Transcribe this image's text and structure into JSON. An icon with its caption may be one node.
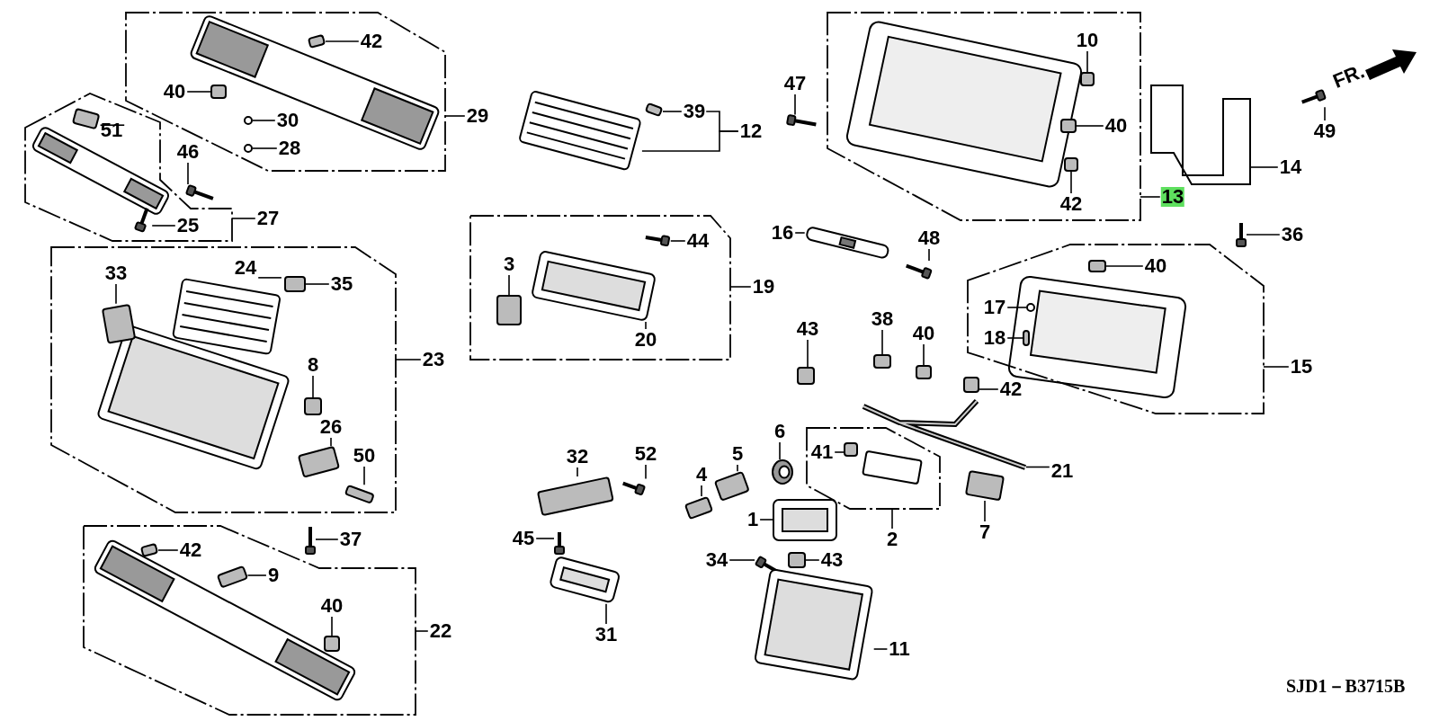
{
  "diagram": {
    "nodes": [
      {
        "text": [],
        "shape": "box"
      },
      {
        "text": [
          "42"
        ],
        "in": 0
      },
      {
        "text": [
          "40"
        ],
        "in": 0
      },
      {
        "text": [
          "30"
        ],
        "in": 0
      },
      {
        "text": [
          "28"
        ],
        "in": 0
      },
      {
        "text": [
          "29"
        ]
      },
      {
        "text": [],
        "shape": "box"
      },
      {
        "text": [
          "51"
        ],
        "in": 6
      },
      {
        "text": [
          "46"
        ]
      },
      {
        "text": [
          "25"
        ],
        "in": 6
      },
      {
        "text": [
          "27"
        ]
      },
      {
        "text": [
          "39"
        ]
      },
      {
        "text": [
          "12"
        ]
      },
      {
        "text": [
          "47"
        ]
      },
      {
        "text": [],
        "shape": "box"
      },
      {
        "text": [
          "10"
        ],
        "in": 14
      },
      {
        "text": [
          "40"
        ],
        "in": 14
      },
      {
        "text": [
          "42"
        ],
        "in": 14
      },
      {
        "text": [
          "13"
        ]
      },
      {
        "text": [
          "49"
        ]
      },
      {
        "text": [
          "14"
        ]
      },
      {
        "text": [
          "36"
        ]
      },
      {
        "text": [
          "16"
        ]
      },
      {
        "text": [
          "48"
        ]
      },
      {
        "text": [],
        "shape": "box"
      },
      {
        "text": [
          "44"
        ],
        "in": 24
      },
      {
        "text": [
          "3"
        ],
        "in": 24
      },
      {
        "text": [
          "20"
        ],
        "in": 24
      },
      {
        "text": [
          "19"
        ]
      },
      {
        "text": [],
        "shape": "box"
      },
      {
        "text": [
          "33"
        ],
        "in": 29
      },
      {
        "text": [
          "24"
        ],
        "in": 29
      },
      {
        "text": [
          "35"
        ],
        "in": 29
      },
      {
        "text": [
          "8"
        ],
        "in": 29
      },
      {
        "text": [
          "26"
        ],
        "in": 29
      },
      {
        "text": [
          "50"
        ],
        "in": 29
      },
      {
        "text": [
          "23"
        ]
      },
      {
        "text": [],
        "shape": "box"
      },
      {
        "text": [
          "40"
        ],
        "in": 37
      },
      {
        "text": [
          "17"
        ],
        "in": 37
      },
      {
        "text": [
          "18"
        ],
        "in": 37
      },
      {
        "text": [
          "15"
        ]
      },
      {
        "text": [
          "43"
        ]
      },
      {
        "text": [
          "38"
        ]
      },
      {
        "text": [
          "40"
        ]
      },
      {
        "text": [
          "42"
        ]
      },
      {
        "text": [
          "21"
        ]
      },
      {
        "text": [
          "37"
        ]
      },
      {
        "text": [],
        "shape": "box"
      },
      {
        "text": [
          "42"
        ],
        "in": 48
      },
      {
        "text": [
          "9"
        ],
        "in": 48
      },
      {
        "text": [
          "40"
        ],
        "in": 48
      },
      {
        "text": [
          "22"
        ]
      },
      {
        "text": [
          "32"
        ]
      },
      {
        "text": [
          "52"
        ]
      },
      {
        "text": [
          "45"
        ]
      },
      {
        "text": [
          "31"
        ]
      },
      {
        "text": [
          "4"
        ]
      },
      {
        "text": [
          "5"
        ]
      },
      {
        "text": [
          "6"
        ]
      },
      {
        "text": [],
        "shape": "box"
      },
      {
        "text": [
          "41"
        ],
        "in": 60
      },
      {
        "text": [
          "1"
        ]
      },
      {
        "text": [
          "2"
        ]
      },
      {
        "text": [
          "7"
        ]
      },
      {
        "text": [
          "34"
        ]
      },
      {
        "text": [
          "43"
        ]
      },
      {
        "text": [
          "11"
        ]
      },
      {
        "text": [],
        "shape": "box",
        "in": 0
      },
      {
        "text": [],
        "shape": "box",
        "in": 0
      },
      {
        "text": [],
        "shape": "circle",
        "in": 0
      },
      {
        "text": [],
        "shape": "circle",
        "in": 0
      },
      {
        "text": [],
        "shape": "box",
        "in": 6
      },
      {
        "text": [],
        "shape": "picture"
      },
      {
        "text": [],
        "shape": "picture",
        "in": 6
      },
      {
        "text": [],
        "shape": "picture"
      },
      {
        "text": [],
        "shape": "box"
      },
      {
        "text": [],
        "shape": "picture"
      },
      {
        "text": [],
        "shape": "box",
        "in": 14
      },
      {
        "text": [],
        "shape": "box",
        "in": 14
      },
      {
        "text": [],
        "shape": "box",
        "in": 14
      },
      {
        "text": [],
        "shape": "picture"
      },
      {
        "text": [],
        "shape": "picture"
      },
      {
        "text": [],
        "shape": "picture"
      },
      {
        "text": [],
        "shape": "picture"
      },
      {
        "text": [],
        "shape": "picture"
      },
      {
        "text": [],
        "shape": "picture",
        "in": 24
      },
      {
        "text": [],
        "shape": "box",
        "in": 24
      },
      {
        "text": [],
        "shape": "picture",
        "in": 24
      },
      {
        "text": [],
        "shape": "box",
        "in": 37
      },
      {
        "text": [],
        "shape": "circle",
        "in": 37
      },
      {
        "text": [],
        "shape": "box",
        "in": 37
      },
      {
        "text": [],
        "shape": "box"
      },
      {
        "text": [],
        "shape": "box"
      },
      {
        "text": [],
        "shape": "box"
      },
      {
        "text": [],
        "shape": "box"
      },
      {
        "text": [],
        "shape": "picture"
      },
      {
        "text": [],
        "shape": "box"
      },
      {
        "text": [],
        "shape": "picture",
        "in": 29
      },
      {
        "text": [],
        "shape": "box",
        "in": 29
      },
      {
        "text": [],
        "shape": "box",
        "in": 29
      },
      {
        "text": [],
        "shape": "box",
        "in": 29
      },
      {
        "text": [],
        "shape": "box",
        "in": 29
      },
      {
        "text": [],
        "shape": "box",
        "in": 29
      },
      {
        "text": [],
        "shape": "picture"
      },
      {
        "text": [],
        "shape": "box",
        "in": 48
      },
      {
        "text": [],
        "shape": "box",
        "in": 48
      },
      {
        "text": [],
        "shape": "box",
        "in": 48
      },
      {
        "text": [],
        "shape": "box"
      },
      {
        "text": [],
        "shape": "picture"
      },
      {
        "text": [],
        "shape": "picture"
      },
      {
        "text": [],
        "shape": "picture"
      },
      {
        "text": [],
        "shape": "box"
      },
      {
        "text": [],
        "shape": "box"
      },
      {
        "text": [],
        "shape": "circle"
      },
      {
        "text": [],
        "shape": "box",
        "in": 60
      },
      {
        "text": [],
        "shape": "picture"
      },
      {
        "text": [],
        "shape": "picture"
      },
      {
        "text": [],
        "shape": "box"
      },
      {
        "text": [],
        "shape": "picture"
      }
    ],
    "edges": [
      {
        "from": 1,
        "to": 68,
        "arrow": "none"
      },
      {
        "from": 2,
        "to": 69,
        "arrow": "none"
      },
      {
        "from": 3,
        "to": 70,
        "arrow": "none"
      },
      {
        "from": 4,
        "to": 71,
        "arrow": "none"
      },
      {
        "from": 5,
        "to": 0,
        "arrow": "none"
      },
      {
        "from": 7,
        "to": 72,
        "arrow": "none"
      },
      {
        "from": 8,
        "to": 73,
        "arrow": "none"
      },
      {
        "from": 9,
        "to": 74,
        "arrow": "none"
      },
      {
        "from": 10,
        "to": 6,
        "arrow": "none"
      },
      {
        "from": 11,
        "to": 76,
        "arrow": "none"
      },
      {
        "from": 12,
        "to": 75,
        "arrow": "none"
      },
      {
        "from": 12,
        "to": 11,
        "arrow": "none"
      },
      {
        "from": 13,
        "to": 77,
        "arrow": "none"
      },
      {
        "from": 15,
        "to": 78,
        "arrow": "none"
      },
      {
        "from": 16,
        "to": 79,
        "arrow": "none"
      },
      {
        "from": 17,
        "to": 80,
        "arrow": "none"
      },
      {
        "from": 18,
        "to": 14,
        "arrow": "none"
      },
      {
        "from": 19,
        "to": 82,
        "arrow": "none"
      },
      {
        "from": 20,
        "to": 81,
        "arrow": "none"
      },
      {
        "from": 21,
        "to": 83,
        "arrow": "none"
      },
      {
        "from": 22,
        "to": 84,
        "arrow": "none"
      },
      {
        "from": 23,
        "to": 85,
        "arrow": "none"
      },
      {
        "from": 25,
        "to": 88,
        "arrow": "none"
      },
      {
        "from": 26,
        "to": 87,
        "arrow": "none"
      },
      {
        "from": 27,
        "to": 86,
        "arrow": "none"
      },
      {
        "from": 28,
        "to": 24,
        "arrow": "none"
      },
      {
        "from": 30,
        "to": 99,
        "arrow": "none"
      },
      {
        "from": 31,
        "to": 98,
        "arrow": "none"
      },
      {
        "from": 32,
        "to": 100,
        "arrow": "none"
      },
      {
        "from": 33,
        "to": 101,
        "arrow": "none"
      },
      {
        "from": 34,
        "to": 102,
        "arrow": "none"
      },
      {
        "from": 35,
        "to": 103,
        "arrow": "none"
      },
      {
        "from": 36,
        "to": 29,
        "arrow": "none"
      },
      {
        "from": 38,
        "to": 89,
        "arrow": "none"
      },
      {
        "from": 39,
        "to": 90,
        "arrow": "none"
      },
      {
        "from": 40,
        "to": 91,
        "arrow": "none"
      },
      {
        "from": 41,
        "to": 37,
        "arrow": "none"
      },
      {
        "from": 42,
        "to": 92,
        "arrow": "none"
      },
      {
        "from": 43,
        "to": 93,
        "arrow": "none"
      },
      {
        "from": 44,
        "to": 94,
        "arrow": "none"
      },
      {
        "from": 45,
        "to": 95,
        "arrow": "none"
      },
      {
        "from": 46,
        "to": 96,
        "arrow": "none"
      },
      {
        "from": 47,
        "to": 104,
        "arrow": "none"
      },
      {
        "from": 49,
        "to": 105,
        "arrow": "none"
      },
      {
        "from": 50,
        "to": 106,
        "arrow": "none"
      },
      {
        "from": 51,
        "to": 107,
        "arrow": "none"
      },
      {
        "from": 52,
        "to": 48,
        "arrow": "none"
      },
      {
        "from": 53,
        "to": 108,
        "arrow": "none"
      },
      {
        "from": 54,
        "to": 109,
        "arrow": "none"
      },
      {
        "from": 55,
        "to": 110,
        "arrow": "none"
      },
      {
        "from": 56,
        "to": 111,
        "arrow": "none"
      },
      {
        "from": 57,
        "to": 112,
        "arrow": "none"
      },
      {
        "from": 58,
        "to": 113,
        "arrow": "none"
      },
      {
        "from": 59,
        "to": 114,
        "arrow": "none"
      },
      {
        "from": 61,
        "to": 115,
        "arrow": "none"
      },
      {
        "from": 62,
        "to": 116,
        "arrow": "none"
      },
      {
        "from": 63,
        "to": 60,
        "arrow": "none"
      },
      {
        "from": 64,
        "to": 97,
        "arrow": "none"
      },
      {
        "from": 65,
        "to": 117,
        "arrow": "none"
      },
      {
        "from": 66,
        "to": 118,
        "arrow": "none"
      },
      {
        "from": 67,
        "to": 119,
        "arrow": "none"
      }
    ],
    "labels": [
      "FR.",
      "SJD1－B3715B"
    ]
  }
}
